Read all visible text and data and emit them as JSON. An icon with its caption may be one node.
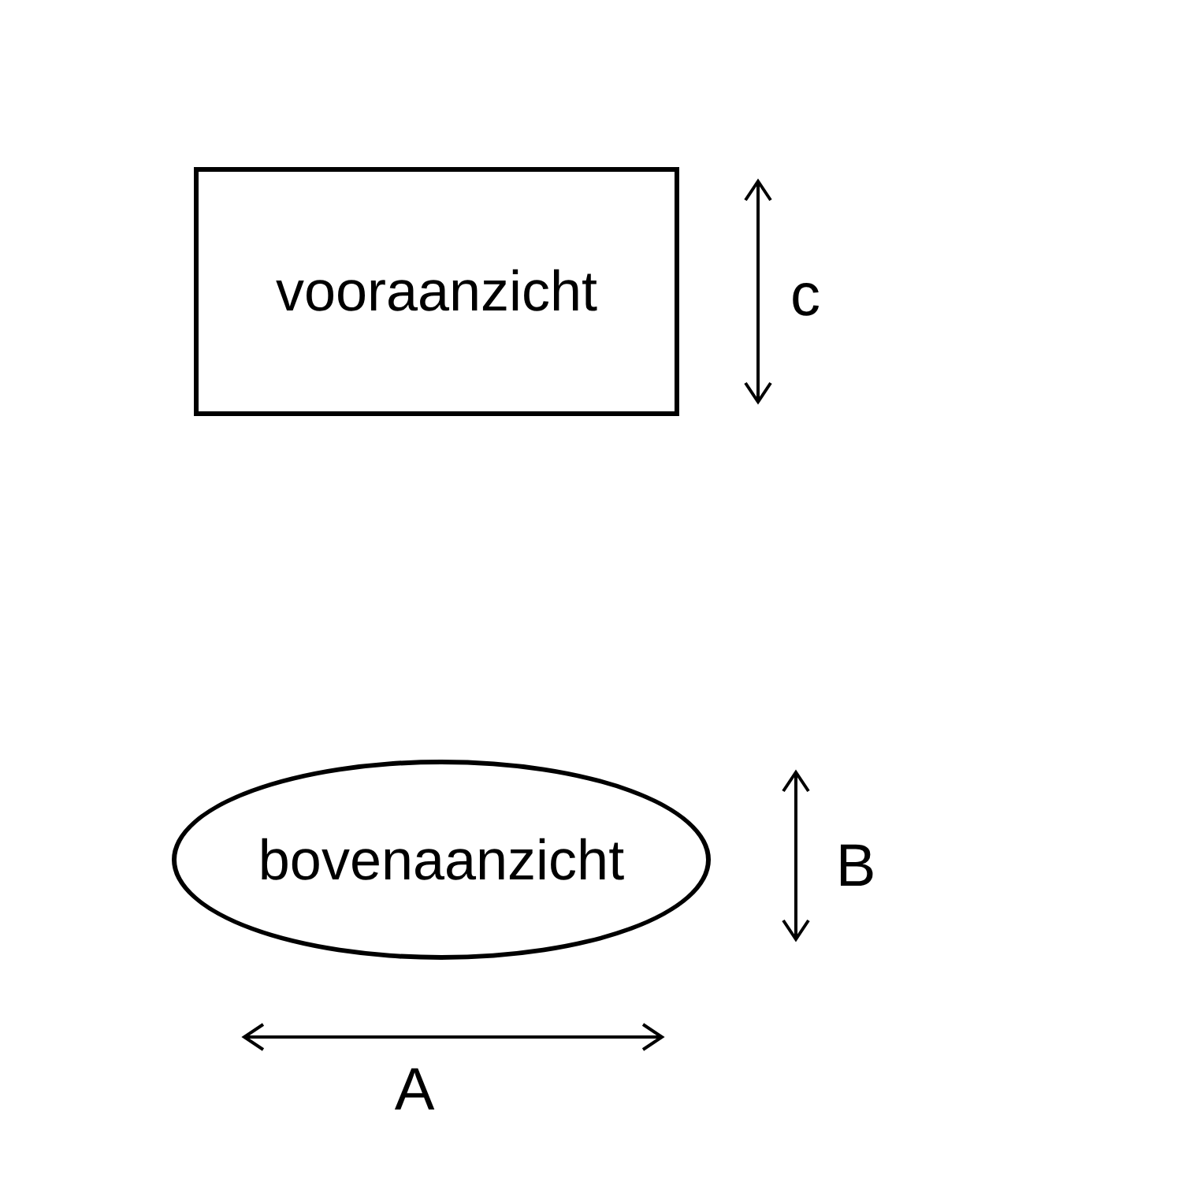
{
  "diagram": {
    "nodes": [
      {
        "text": [
          "vooraanzicht"
        ]
      },
      {
        "text": [
          "bovenaanzicht"
        ]
      }
    ],
    "labels": [
      "c",
      "B",
      "A"
    ]
  }
}
